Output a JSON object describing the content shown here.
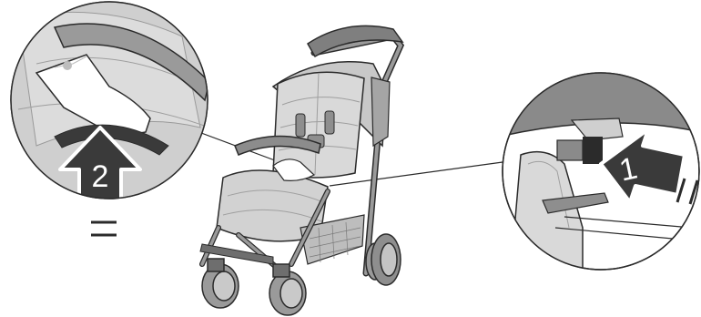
{
  "steps": [
    {
      "label": "1",
      "action": "press-button"
    },
    {
      "label": "2",
      "action": "lift-handle"
    }
  ],
  "colors": {
    "line": "#2b2b2b",
    "fabric_light": "#d6d6d6",
    "fabric_mid": "#b9b9b9",
    "fabric_dark": "#8e8e8e",
    "frame": "#9a9a9a",
    "arrow_fill": "#3a3a3a",
    "arrow_stroke": "#ffffff",
    "background": "#ffffff"
  },
  "icons": [
    "stroller-illustration",
    "detail-circle-left",
    "detail-circle-right",
    "push-arrow",
    "up-arrow",
    "hand"
  ]
}
